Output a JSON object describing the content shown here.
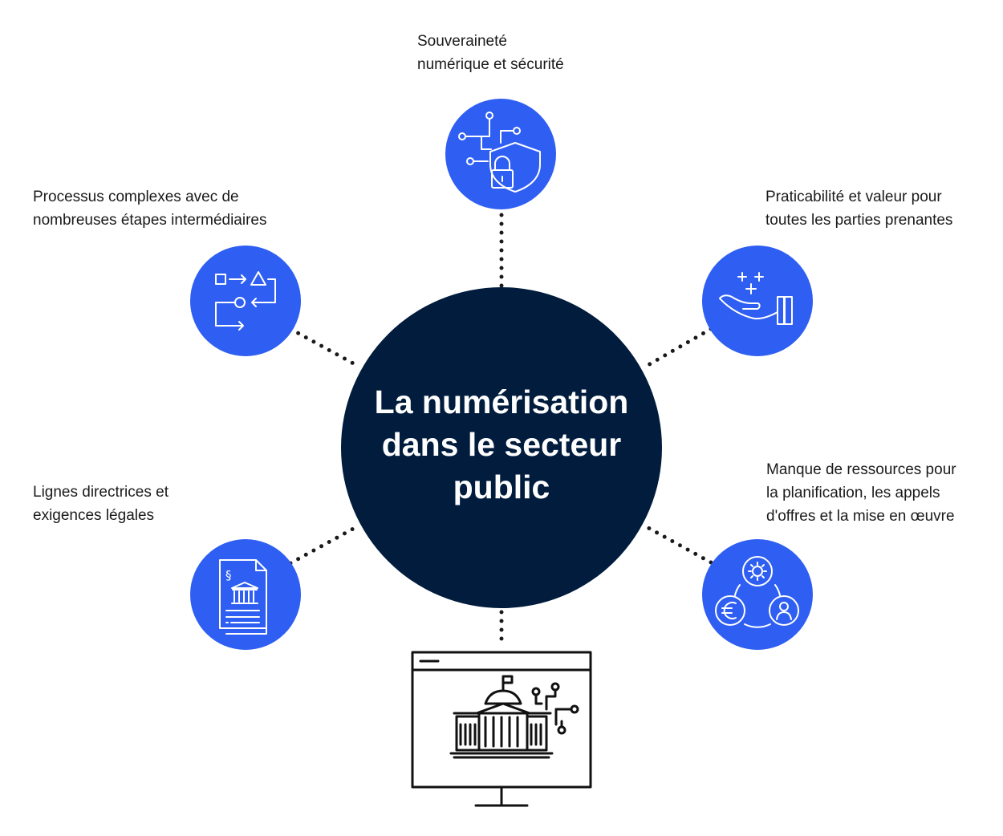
{
  "hub": {
    "lines": [
      "La numérisation",
      "dans le secteur",
      "public"
    ]
  },
  "nodes": [
    {
      "id": "security",
      "icon": "shield-lock-circuit-icon",
      "lines": [
        "Souveraineté",
        "numérique et sécurité"
      ]
    },
    {
      "id": "processes",
      "icon": "process-flow-icon",
      "lines": [
        "Processus complexes avec de",
        "nombreuses étapes intermédiaires"
      ]
    },
    {
      "id": "value",
      "icon": "hand-plus-icon",
      "lines": [
        "Praticabilité et valeur pour",
        "toutes les parties prenantes"
      ]
    },
    {
      "id": "guidelines",
      "icon": "legal-document-icon",
      "lines": [
        "Lignes directrices et",
        "exigences légales"
      ]
    },
    {
      "id": "resources",
      "icon": "resource-cycle-icon",
      "lines": [
        "Manque de ressources pour",
        "la planification, les appels",
        "d'offres et la mise en œuvre"
      ]
    }
  ],
  "bottom_icon": "monitor-government-building-icon",
  "colors": {
    "hub": "#011c3d",
    "node": "#2f5ff2",
    "icon_stroke": "#ffffff",
    "connector": "#1a1a1a",
    "line_art": "#111111"
  }
}
